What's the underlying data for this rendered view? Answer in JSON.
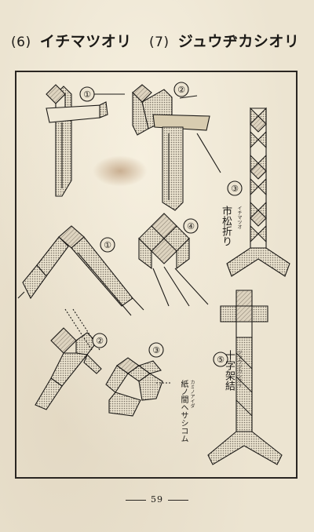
{
  "header": {
    "num1": "(6)",
    "title1": "イチマツオリ",
    "num2": "(7)",
    "title2": "ジュウヂカシオリ"
  },
  "steps": [
    "①",
    "②",
    "③",
    "①",
    "④",
    "②",
    "③",
    "⑤"
  ],
  "labels": {
    "ichimatsu_ruby": "イチマツオ",
    "ichimatsu_kanji": "市松折り",
    "juji_ruby": "ジュウジカシオリ",
    "juji_kanji": "十字架結",
    "kami_ruby": "カミノアイダ",
    "kami_kanji": "紙ノ間ヘサシコム"
  },
  "page_number": "59",
  "colors": {
    "paper": "#ece4d1",
    "ink": "#1c1a17",
    "shade": "#cfc6b4",
    "stain": "#b88956"
  }
}
